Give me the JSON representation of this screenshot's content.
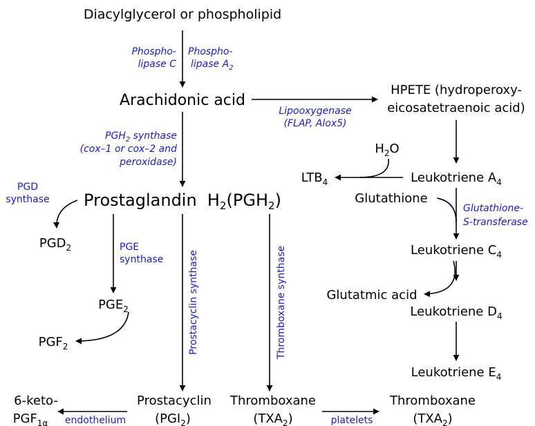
{
  "nodes": {
    "source": "Diacylglycerol or phospholipid",
    "arachidonic_acid": "Arachidonic acid",
    "hpete_line1": "HPETE (hydroperoxy-",
    "hpete_line2": "eicosatetraenoic acid)",
    "water": {
      "base": "H",
      "sub": "2",
      "rest": "O"
    },
    "ltb4": {
      "base": "LTB",
      "sub": "4"
    },
    "leukotriene_a4": {
      "base": "Leukotriene A",
      "sub": "4"
    },
    "glutathione": "Glutathione",
    "pgh2": {
      "a": "Prostaglandin  H",
      "sub1": "2",
      "b": "(PGH",
      "sub2": "2",
      "c": ")"
    },
    "pgd2": {
      "base": "PGD",
      "sub": "2"
    },
    "pge2": {
      "base": "PGE",
      "sub": "2"
    },
    "pgf2": {
      "base": "PGF",
      "sub": "2"
    },
    "leukotriene_c4": {
      "base": "Leukotriene C",
      "sub": "4"
    },
    "glutamic_acid": "Glutatmic acid",
    "leukotriene_d4": {
      "base": "Leukotriene D",
      "sub": "4"
    },
    "leukotriene_e4": {
      "base": "Leukotriene E",
      "sub": "4"
    },
    "keto_line1": "6-keto-",
    "keto_line2": {
      "base": "PGF",
      "sub": "1α"
    },
    "prostacyclin_line1": "Prostacyclin",
    "prostacyclin_line2": {
      "a": "(PGI",
      "sub": "2",
      "b": ")"
    },
    "thromboxane_line1": "Thromboxane",
    "thromboxane_line2": {
      "a": "(TXA",
      "sub": "2",
      "b": ")"
    },
    "thromboxane2_line1": "Thromboxane",
    "thromboxane2_line2": {
      "a": "(TXA",
      "sub": "2",
      "b": ")"
    }
  },
  "enzymes": {
    "plc_line1": "Phospho-",
    "plc_line2": "lipase C",
    "pla2_line1": "Phospho-",
    "pla2_line2": {
      "base": "lipase A",
      "sub": "2"
    },
    "lipoxygenase_line1": "Lipooxygenase",
    "lipoxygenase_line2": "(FLAP, Alox5)",
    "pgh2_synthase_line1": {
      "a": "PGH",
      "sub": "2",
      "b": " synthase"
    },
    "pgh2_synthase_line2": "(cox–1 or cox–2 and",
    "pgh2_synthase_line3": "peroxidase)",
    "pgd_synthase_line1": "PGD",
    "pgd_synthase_line2": "synthase",
    "pge_synthase_line1": "PGE",
    "pge_synthase_line2": "synthase",
    "prostacyclin_synthase": "Prostacyclin synthase",
    "thromboxane_synthase": "Thromboxane synthase",
    "gst_line1": "Glutathione-",
    "gst_line2": "S-transferase",
    "endothelium": "endothelium",
    "platelets": "platelets"
  },
  "colors": {
    "node_text": "#000000",
    "enzyme_text": "#1a1adb",
    "arrow": "#000000"
  }
}
